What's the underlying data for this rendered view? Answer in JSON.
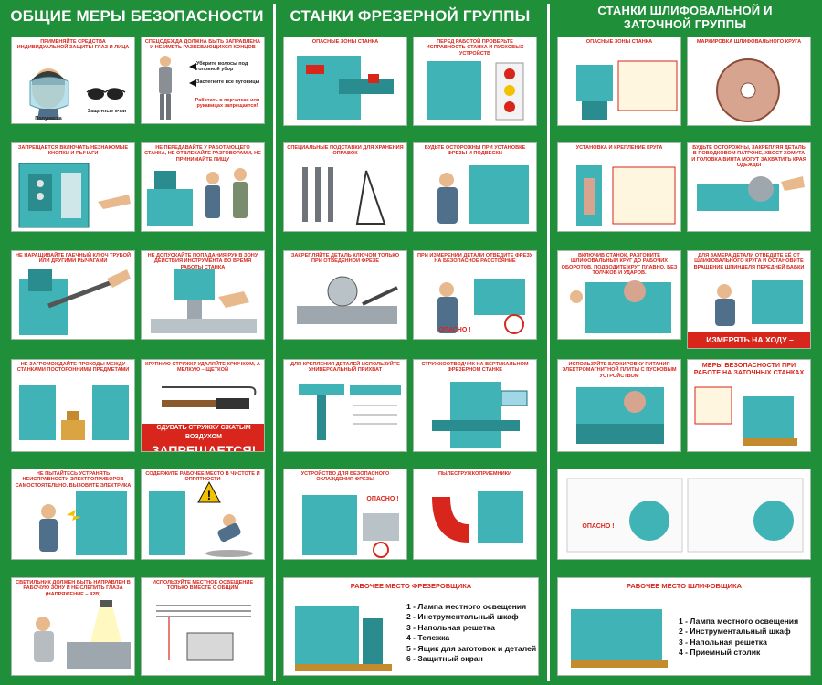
{
  "titles": {
    "general": "Общие меры безопасности",
    "milling": "Станки фрезерной группы",
    "grinding_line1": "Станки шлифовальной и",
    "grinding_line2": "заточной группы"
  },
  "colors": {
    "background": "#1f8f3a",
    "accent_red": "#d9261c",
    "machine": "#3fb3b5",
    "panel": "#ffffff"
  },
  "general": {
    "p1": {
      "caption": "Применяйте средства индивидуальной защиты глаз и лица",
      "label_mask": "Полумаска",
      "label_glasses": "Защитные очки"
    },
    "p2": {
      "caption": "Спецодежда должна быть заправлена и не иметь развевающихся концов",
      "note1": "Уберите волосы под головной убор",
      "note2": "Застегните все пуговицы",
      "note3": "Работать в перчатках или рукавицах запрещается!"
    },
    "p3": {
      "caption": "Запрещается включать незнакомые кнопки и рычаги"
    },
    "p4": {
      "caption": "Не передавайте у работающего станка, не отвлекайте разговорами, не принимайте пищу"
    },
    "p5": {
      "caption": "Не наращивайте гаечный ключ трубой или другими рычагами"
    },
    "p6": {
      "caption": "Не допускайте попадания рук в зону действия инструмента во время работы станка"
    },
    "p7": {
      "caption": "Не загромождайте проходы между станками посторонними предметами"
    },
    "p8": {
      "caption": "Крупную стружку удаляйте крючком, а мелкую – щеткой",
      "banner_line1": "Сдувать стружку сжатым воздухом",
      "banner_line2": "запрещается!"
    },
    "p9": {
      "caption": "Не пытайтесь устранять неисправности электроприборов самостоятельно. Вызовите электрика"
    },
    "p10": {
      "caption": "Содержите рабочее место в чистоте и опрятности"
    },
    "p11": {
      "caption": "Светильник должен быть направлен в рабочую зону и не слепить глаза (напряжение – 42В)"
    },
    "p12": {
      "caption": "Используйте местное освещение только вместе с общим"
    }
  },
  "milling": {
    "p1": {
      "caption": "Опасные зоны станка"
    },
    "p2": {
      "caption": "Перед работой проверьте исправность станка и пусковых устройств"
    },
    "p3": {
      "caption": "Специальные подставки для хранения оправок"
    },
    "p4": {
      "caption": "Будьте осторожны при установке фрезы и подвески"
    },
    "p5": {
      "caption": "Закрепляйте деталь ключом только при отведенной фрезе"
    },
    "p6": {
      "caption": "При измерении детали отведите фрезу на безопасное расстояние",
      "warn": "Опасно !"
    },
    "p7": {
      "caption": "Для крепления деталей используйте универсальный прихват"
    },
    "p8": {
      "caption": "Стружкоотводчик на вертикальном фрезерном станке"
    },
    "p9": {
      "caption": "Устройство для безопасного охлаждения фрезы",
      "warn": "Опасно !"
    },
    "p10": {
      "caption": "Пылестружкоприемники"
    },
    "workplace": {
      "caption": "Рабочее место фрезеровщика",
      "items": [
        "1 - Лампа местного освещения",
        "2 - Инструментальный шкаф",
        "3 - Напольная решетка",
        "4 - Тележка",
        "5 - Ящик для заготовок и деталей",
        "6 - Защитный экран"
      ]
    }
  },
  "grinding": {
    "p1": {
      "caption": "Опасные зоны станка"
    },
    "p2": {
      "caption": "Маркировка шлифовального круга"
    },
    "p3": {
      "caption": "Установка и крепление круга"
    },
    "p4": {
      "caption": "Будьте осторожны, закрепляя деталь в поводковом патроне, хвост хомута и головка винта могут захватить края одежды"
    },
    "p5": {
      "caption": "Включив станок, разгоните шлифовальный круг до рабочих оборотов. Подводите круг плавно, без толчков и ударов."
    },
    "p6": {
      "caption": "Для замера детали отведите её от шлифовального круга и остановите вращение шпинделя передней бабки",
      "banner": "Измерять на ходу – опасно!"
    },
    "p7": {
      "caption": "Используйте блокировку питания электромагнитной плиты с пусковым устройством"
    },
    "p8": {
      "caption": "Меры безопасности при работе на заточных станках"
    },
    "p9": {
      "warn": "Опасно !"
    },
    "workplace": {
      "caption": "Рабочее место шлифовщика",
      "items": [
        "1 - Лампа местного освещения",
        "2 - Инструментальный шкаф",
        "3 - Напольная решетка",
        "4 - Приемный столик"
      ]
    }
  }
}
